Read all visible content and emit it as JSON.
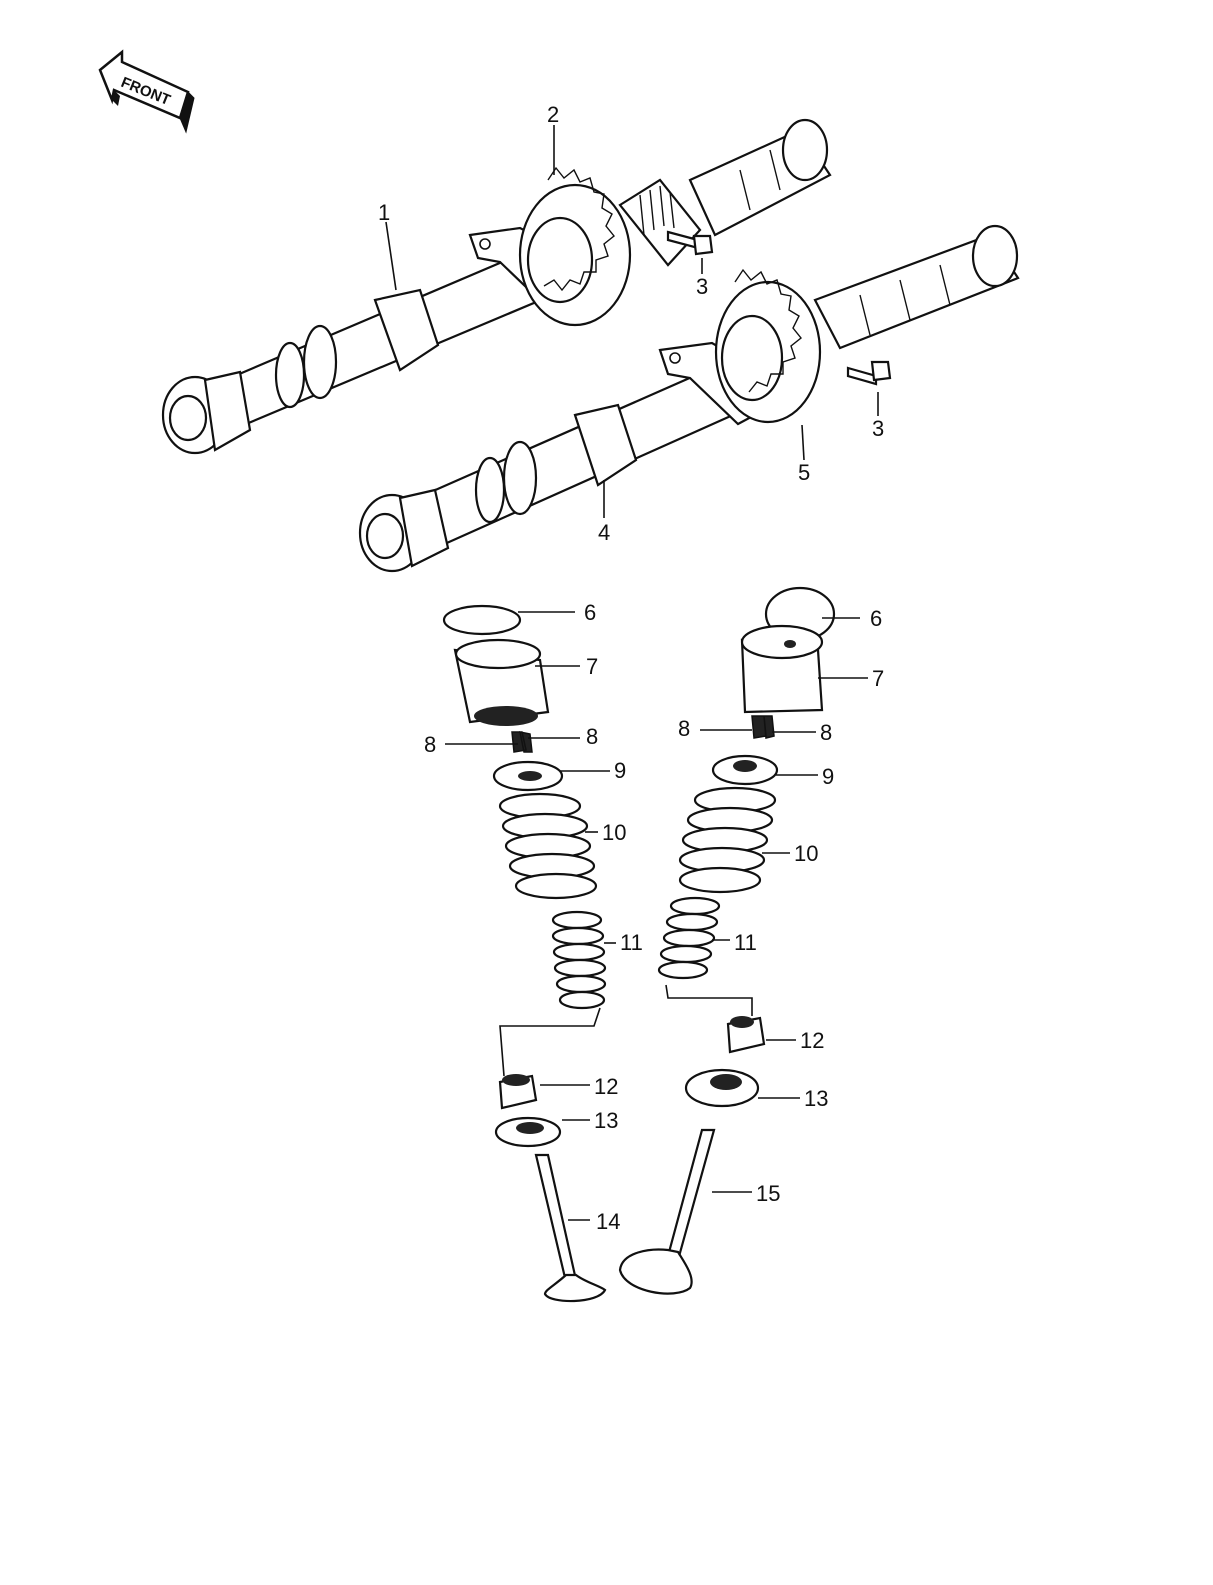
{
  "front_badge": {
    "label": "FRONT"
  },
  "callouts": [
    {
      "id": "1",
      "text": "1"
    },
    {
      "id": "2",
      "text": "2"
    },
    {
      "id": "3a",
      "text": "3"
    },
    {
      "id": "3b",
      "text": "3"
    },
    {
      "id": "4",
      "text": "4"
    },
    {
      "id": "5",
      "text": "5"
    },
    {
      "id": "6a",
      "text": "6"
    },
    {
      "id": "6b",
      "text": "6"
    },
    {
      "id": "7a",
      "text": "7"
    },
    {
      "id": "7b",
      "text": "7"
    },
    {
      "id": "8a",
      "text": "8"
    },
    {
      "id": "8b",
      "text": "8"
    },
    {
      "id": "8c",
      "text": "8"
    },
    {
      "id": "8d",
      "text": "8"
    },
    {
      "id": "9a",
      "text": "9"
    },
    {
      "id": "9b",
      "text": "9"
    },
    {
      "id": "10a",
      "text": "10"
    },
    {
      "id": "10b",
      "text": "10"
    },
    {
      "id": "11a",
      "text": "11"
    },
    {
      "id": "11b",
      "text": "11"
    },
    {
      "id": "12a",
      "text": "12"
    },
    {
      "id": "12b",
      "text": "12"
    },
    {
      "id": "13a",
      "text": "13"
    },
    {
      "id": "13b",
      "text": "13"
    },
    {
      "id": "14",
      "text": "14"
    },
    {
      "id": "15",
      "text": "15"
    }
  ]
}
